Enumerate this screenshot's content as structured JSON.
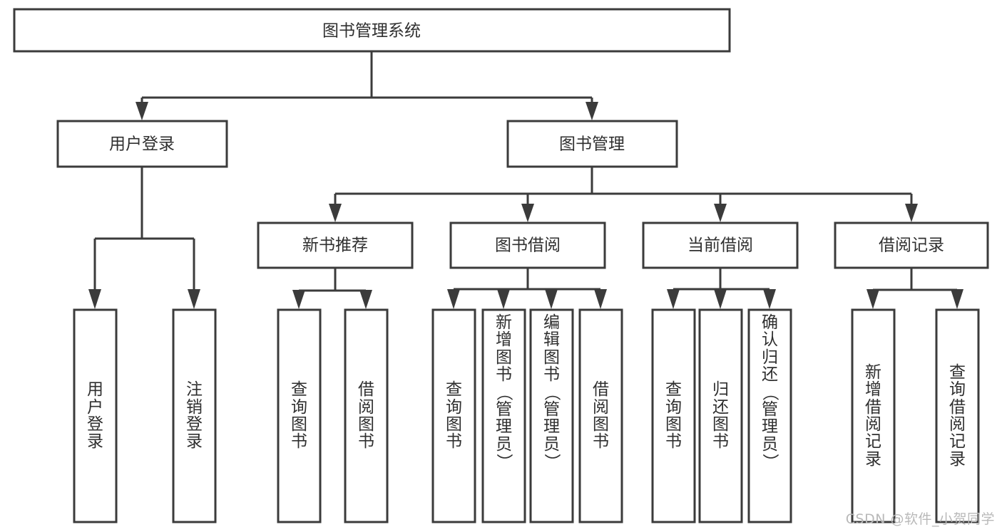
{
  "diagram": {
    "type": "tree-hierarchy-chart",
    "title": "图书管理系统",
    "watermark": "CSDN @软件_小贺同学",
    "colors": {
      "stroke": "#3b3b3b",
      "box_fill": "#ffffff",
      "text": "#2f2f2f",
      "background": "#ffffff",
      "watermark": "#b9b9b9"
    },
    "levels": {
      "root": {
        "label": "图书管理系统",
        "orientation": "horizontal"
      },
      "level2": [
        {
          "label": "用户登录",
          "orientation": "horizontal"
        },
        {
          "label": "图书管理",
          "orientation": "horizontal"
        }
      ],
      "level3": [
        {
          "label": "新书推荐",
          "orientation": "horizontal"
        },
        {
          "label": "图书借阅",
          "orientation": "horizontal"
        },
        {
          "label": "当前借阅",
          "orientation": "horizontal"
        },
        {
          "label": "借阅记录",
          "orientation": "horizontal"
        }
      ],
      "leaves": [
        {
          "label": "用户登录",
          "parent": "用户登录",
          "orientation": "vertical"
        },
        {
          "label": "注销登录",
          "parent": "用户登录",
          "orientation": "vertical"
        },
        {
          "label": "查询图书",
          "parent": "新书推荐",
          "orientation": "vertical"
        },
        {
          "label": "借阅图书",
          "parent": "新书推荐",
          "orientation": "vertical"
        },
        {
          "label": "查询图书",
          "parent": "图书借阅",
          "orientation": "vertical"
        },
        {
          "label": "新增图书（管理员）",
          "parent": "图书借阅",
          "orientation": "vertical"
        },
        {
          "label": "编辑图书（管理员）",
          "parent": "图书借阅",
          "orientation": "vertical"
        },
        {
          "label": "借阅图书",
          "parent": "图书借阅",
          "orientation": "vertical"
        },
        {
          "label": "查询图书",
          "parent": "当前借阅",
          "orientation": "vertical"
        },
        {
          "label": "归还图书",
          "parent": "当前借阅",
          "orientation": "vertical"
        },
        {
          "label": "确认归还（管理员）",
          "parent": "当前借阅",
          "orientation": "vertical"
        },
        {
          "label": "新增借阅记录",
          "parent": "借阅记录",
          "orientation": "vertical"
        },
        {
          "label": "查询借阅记录",
          "parent": "借阅记录",
          "orientation": "vertical"
        }
      ]
    }
  }
}
